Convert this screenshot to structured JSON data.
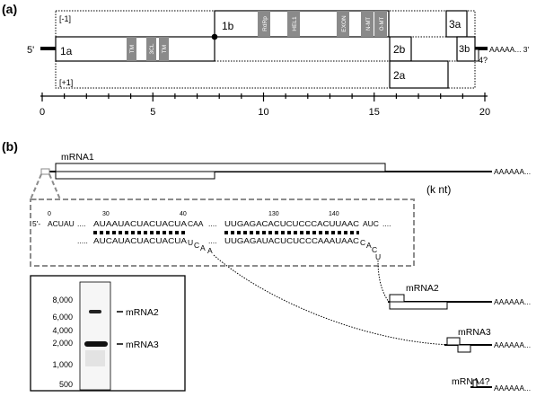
{
  "panel_a": {
    "label": "(a)",
    "frame_minus1": "[-1]",
    "frame_plus1": "[+1]",
    "five_prime": "5'",
    "three_prime_tail": "AAAAA... 3'",
    "orfs": {
      "orf_1a": "1a",
      "orf_1b": "1b",
      "orf_2a": "2a",
      "orf_2b": "2b",
      "orf_3a": "3a",
      "orf_3b": "3b",
      "orf_4": "4?"
    },
    "domains": {
      "tm1": "TM",
      "threecl": "3CL",
      "tm2": "TM",
      "rdrp": "RdRp",
      "hel1": "HEL1",
      "exon": "EXON",
      "nmt": "N-MT",
      "omt": "O-MT"
    },
    "axis_ticks": [
      "0",
      "5",
      "10",
      "15",
      "20"
    ]
  },
  "panel_b": {
    "label": "(b)",
    "unit_label": "(k nt)",
    "mrna1": "mRNA1",
    "mrna2": "mRNA2",
    "mrna3": "mRNA3",
    "mrna4": "mRNA4?",
    "tail1": "AAAAAA...",
    "tail2": "AAAAAA...",
    "tail3": "AAAAAA...",
    "tail4": "AAAAAA...",
    "seq": {
      "pos0": "0",
      "pos30": "30",
      "pos40": "40",
      "pos130": "130",
      "pos140": "140",
      "five_prime": "5'-",
      "top_start": "ACUAU",
      "top_dots1": "....",
      "top_left": "AUAAUACUACUACUA",
      "top_caa": "CAA",
      "top_dots2": "....",
      "top_right": "UUGAGACACUCUCCCACUUAAC",
      "top_auc": "AUC",
      "top_dots3": "....",
      "bot_dots1": ".....",
      "bot_left": "AUCAUACUACUACUA",
      "bot_loop1_u": "U",
      "bot_loop1_c": "C",
      "bot_loop1_a1": "A",
      "bot_loop1_a2": "A",
      "bot_dots2": "....",
      "bot_right": "UUGAGAUACUCUCCCAAAUAAC",
      "bot_loop2_c1": "C",
      "bot_loop2_a": "A",
      "bot_loop2_c2": "C",
      "bot_loop2_u": "U"
    },
    "blot": {
      "ladder": [
        "8,000",
        "6,000",
        "4,000",
        "2,000",
        "1,000",
        "500"
      ],
      "band_label_top": "mRNA2",
      "band_label_bottom": "mRNA3"
    }
  },
  "colors": {
    "domain_fill": "#8a8a8a",
    "dashed_gray": "#8c8c8c",
    "ink": "#000000"
  }
}
